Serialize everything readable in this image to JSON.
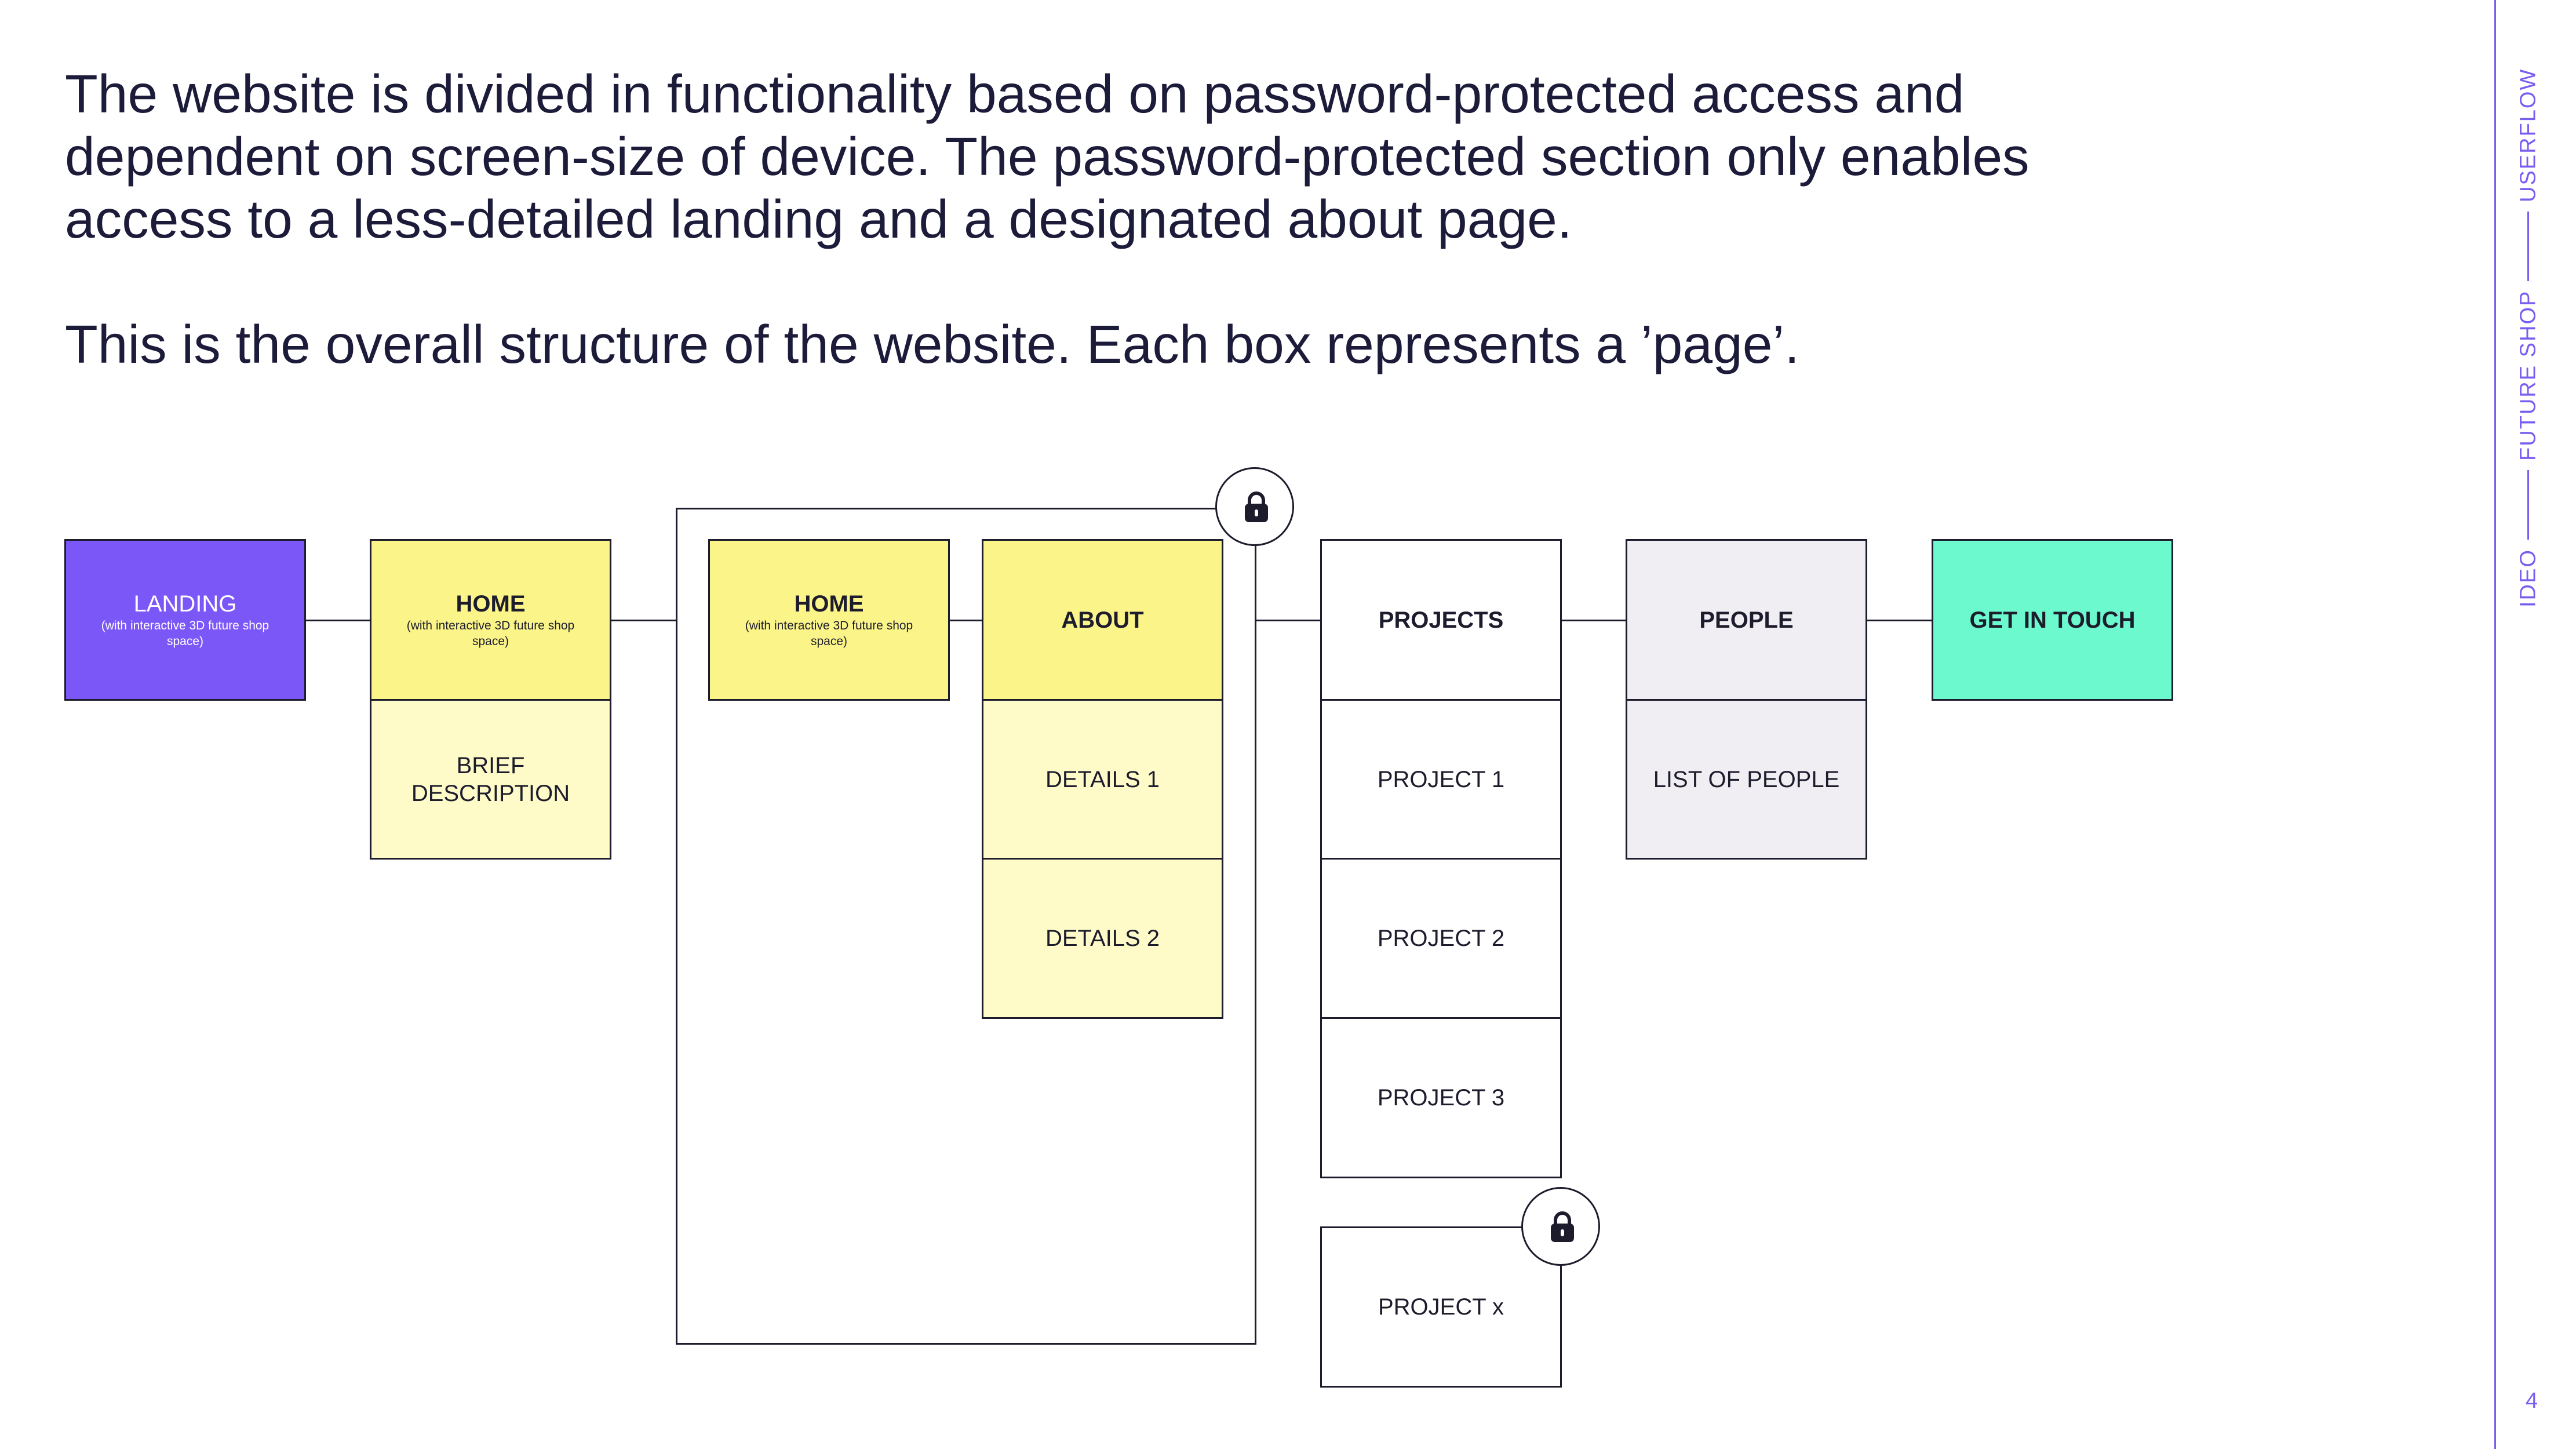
{
  "intro": {
    "paragraph1": "The website is divided in functionality based on password-protected access and dependent on screen-size of device. The password-protected section only enables access to a less-detailed landing and a designated about page.",
    "paragraph2": "This is the overall structure of the website. Each box represents a ’page’."
  },
  "colors": {
    "landing": "#7b57f7",
    "home": "#fbf589",
    "home_light": "#fefbc9",
    "about_light": "#fefbc9",
    "people": "#f1eef3",
    "get_in_touch": "#6cf9cd",
    "accent": "#7a5cf0"
  },
  "diagram": {
    "landing": {
      "title": "LANDING",
      "subtitle": "(with interactive 3D future shop space)"
    },
    "home": {
      "title": "HOME",
      "subtitle": "(with interactive 3D future shop space)",
      "child": "BRIEF DESCRIPTION"
    },
    "protected_home": {
      "title": "HOME",
      "subtitle": "(with interactive 3D future shop space)"
    },
    "about": {
      "title": "ABOUT",
      "details": [
        "DETAILS 1",
        "DETAILS 2"
      ]
    },
    "projects": {
      "title": "PROJECTS",
      "items": [
        "PROJECT 1",
        "PROJECT 2",
        "PROJECT 3"
      ],
      "locked_item": "PROJECT x"
    },
    "people": {
      "title": "PEOPLE",
      "child": "LIST OF PEOPLE"
    },
    "get_in_touch": {
      "title": "GET IN TOUCH"
    },
    "lock_icon": "padlock-icon"
  },
  "sidebar": {
    "label_1": "IDEO",
    "label_2": "FUTURE SHOP",
    "label_3": "USERFLOW"
  },
  "page_number": "4"
}
